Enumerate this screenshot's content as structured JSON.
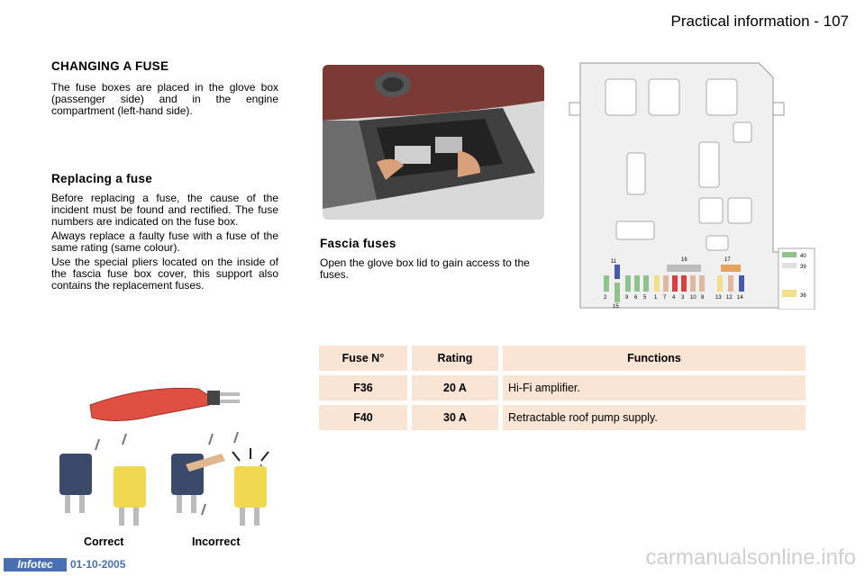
{
  "header": {
    "title": "Practical information - 107"
  },
  "changing": {
    "title": "CHANGING A FUSE",
    "intro": "The fuse boxes are placed in the glove box (passenger side) and in the engine compartment (left-hand side)."
  },
  "replacing": {
    "title": "Replacing a fuse",
    "p1": "Before replacing a fuse, the cause of the incident must be found and rectified. The fuse numbers are indicated on the fuse box.",
    "p2": "Always replace a faulty fuse with a fuse of the same rating (same colour).",
    "p3": "Use the special pliers located on the inside of the fascia fuse box cover, this support also contains the replacement fuses."
  },
  "fascia": {
    "title": "Fascia fuses",
    "text": "Open the glove box lid to gain access to the fuses."
  },
  "diagram": {
    "top_numbers": [
      "11",
      "16",
      "17"
    ],
    "bottom_numbers": [
      "2",
      "9",
      "6",
      "5",
      "1",
      "7",
      "4",
      "3",
      "10",
      "8",
      "13",
      "12",
      "14"
    ],
    "below_number": "15",
    "side_numbers": [
      "40",
      "39",
      "36"
    ]
  },
  "table": {
    "headers": [
      "Fuse N°",
      "Rating",
      "Functions"
    ],
    "rows": [
      {
        "fuse": "F36",
        "rating": "20 A",
        "function": "Hi-Fi amplifier."
      },
      {
        "fuse": "F40",
        "rating": "30 A",
        "function": "Retractable roof pump supply."
      }
    ]
  },
  "captions": {
    "correct": "Correct",
    "incorrect": "Incorrect"
  },
  "footer": {
    "logo": "Infotec",
    "date": "01-10-2005"
  },
  "watermark": "carmanualsonline.info"
}
